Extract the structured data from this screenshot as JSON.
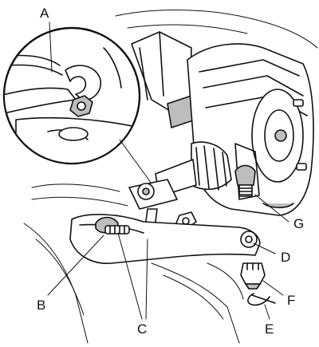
{
  "labels": {
    "a": "A",
    "b": "B",
    "c": "C",
    "d": "D",
    "e": "E",
    "f": "F",
    "g": "G"
  }
}
